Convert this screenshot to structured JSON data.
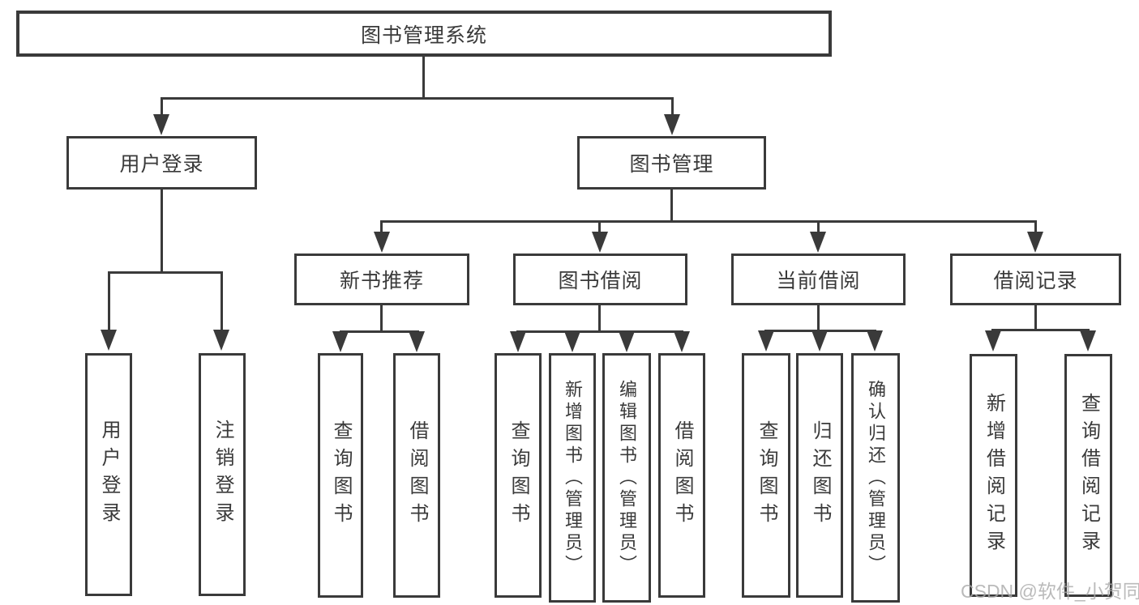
{
  "nodes": {
    "root": "图书管理系统",
    "user_login": "用户登录",
    "book_mgmt": "图书管理",
    "new_books": "新书推荐",
    "book_borrow": "图书借阅",
    "current_borrow": "当前借阅",
    "borrow_records": "借阅记录",
    "leaf_user_login": "用户登录",
    "leaf_logout": "注销登录",
    "leaf_nb_query": "查询图书",
    "leaf_nb_borrow": "借阅图书",
    "leaf_bb_query": "查询图书",
    "leaf_bb_add": "新增图书（管理员）",
    "leaf_bb_edit": "编辑图书（管理员）",
    "leaf_bb_borrow": "借阅图书",
    "leaf_cb_query": "查询图书",
    "leaf_cb_return": "归还图书",
    "leaf_cb_confirm": "确认归还（管理员）",
    "leaf_br_add": "新增借阅记录",
    "leaf_br_query": "查询借阅记录"
  },
  "watermark": "CSDN @软件_小贺同学",
  "colors": {
    "line": "#3a3a3a",
    "text": "#3a3a3a",
    "watermark": "#aaaaaa",
    "background": "#ffffff"
  }
}
